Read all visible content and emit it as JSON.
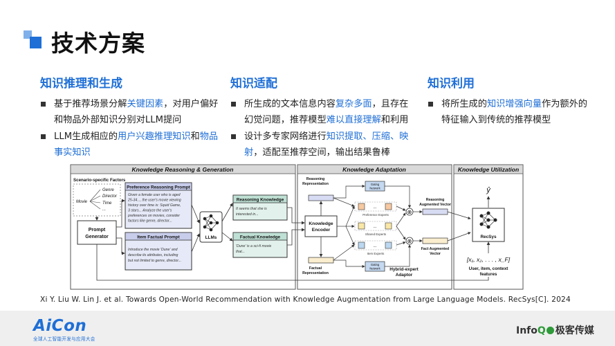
{
  "page": {
    "title": "技术方案"
  },
  "columns": [
    {
      "heading": "知识推理和生成",
      "bullets": [
        [
          {
            "t": "基于推荐场景分解"
          },
          {
            "t": "关键因素",
            "hl": true
          },
          {
            "t": "，对用户偏好和物品外部知识分别对LLM提问"
          }
        ],
        [
          {
            "t": "LLM生成相应的"
          },
          {
            "t": "用户兴趣推理知识",
            "hl": true
          },
          {
            "t": "和"
          },
          {
            "t": "物品事实知识",
            "hl": true
          }
        ]
      ]
    },
    {
      "heading": "知识适配",
      "bullets": [
        [
          {
            "t": "所生成的文本信息内容"
          },
          {
            "t": "复杂多面",
            "hl": true
          },
          {
            "t": "，且存在幻觉问题，推荐模型"
          },
          {
            "t": "难以直接理解",
            "hl": true
          },
          {
            "t": "和利用"
          }
        ],
        [
          {
            "t": "设计多专家网络进行"
          },
          {
            "t": "知识提取、压缩、映射",
            "hl": true
          },
          {
            "t": "，适配至推荐空间，输出结果鲁棒"
          }
        ]
      ]
    },
    {
      "heading": "知识利用",
      "bullets": [
        [
          {
            "t": "将所生成的"
          },
          {
            "t": "知识增强向量",
            "hl": true
          },
          {
            "t": "作为额外的特征输入到传统的推荐模型"
          }
        ]
      ]
    }
  ],
  "diagram": {
    "sections": {
      "reasoning": "Knowledge Reasoning & Generation",
      "adaptation": "Knowledge Adaptation",
      "utilization": "Knowledge Utilization"
    },
    "scenario_label": "Scenario-specific Factors",
    "movie_label": "Movie",
    "factors": [
      "Genre",
      "Director",
      "Time",
      "..."
    ],
    "prompt_generator": [
      "Prompt",
      "Generator"
    ],
    "preference_prompt": {
      "title": "Preference Reasoning Prompt",
      "body": [
        "Given a female user who is aged",
        "25-34..., the user's movie viewing",
        "history over time is: Squid Game,",
        "3 stars... Analyze the user's",
        "preferences on movies, consider",
        "factors like genre, director..."
      ]
    },
    "item_prompt": {
      "title": "Item Factual Prompt",
      "body": [
        "Introduce the movie 'Dune' and",
        "describe its attributes, including",
        "but not limited to genre, director..."
      ]
    },
    "llms_label": "LLMs",
    "reasoning_knowledge": {
      "title": "Reasoning Knowledge",
      "body": [
        "It seems that she is",
        "interested in..."
      ]
    },
    "factual_knowledge": {
      "title": "Factual Knowledge",
      "body": [
        "'Dune' is a sci-fi movie",
        "that..."
      ]
    },
    "reasoning_representation": [
      "Reasoning",
      "Representation"
    ],
    "factual_representation": [
      "Factual",
      "Representation"
    ],
    "knowledge_encoder": [
      "Knowledge",
      "Encoder"
    ],
    "gating_network": [
      "Gating",
      "Network"
    ],
    "preference_experts": "Preference Experts",
    "shared_experts": "Shared Experts",
    "item_experts": "Item Experts",
    "reasoning_augmented_vector": [
      "Reasoning",
      "Augmented Vector"
    ],
    "fact_augmented_vector": [
      "Fact Augmented",
      "Vector"
    ],
    "hybrid_expert_adaptor": [
      "Hybrid-expert",
      "Adaptor"
    ],
    "recsys_label": "RecSys",
    "y_hat": "ŷ",
    "feature_vector": "[x₁, x₂, . . . , x_F]",
    "context_features": [
      "User, item, context",
      "features"
    ],
    "ellipsis": "...",
    "times_sign": "⊗"
  },
  "citation": "Xi Y. Liu W. Lin J. et al. Towards Open-World Recommendation with Knowledge Augmentation from Large Language Models. RecSys[C]. 2024",
  "footer": {
    "aicon": "AiCon",
    "aicon_sub": "全球人工智能开发与应用大会",
    "infoq_prefix": "Info",
    "infoq_q": "Q",
    "infoq_brand": "极客传媒"
  },
  "colors": {
    "accent": "#1f6fd6",
    "prompt_fill": "#dfe3f5",
    "knowledge_fill": "#dcefea",
    "rep_fill": "#d8dcf3",
    "fact_fill": "#fbeecf",
    "expert_orange": "#f7c9a0",
    "expert_yellow": "#f9e7a7",
    "expert_blue": "#bcd7f0"
  }
}
